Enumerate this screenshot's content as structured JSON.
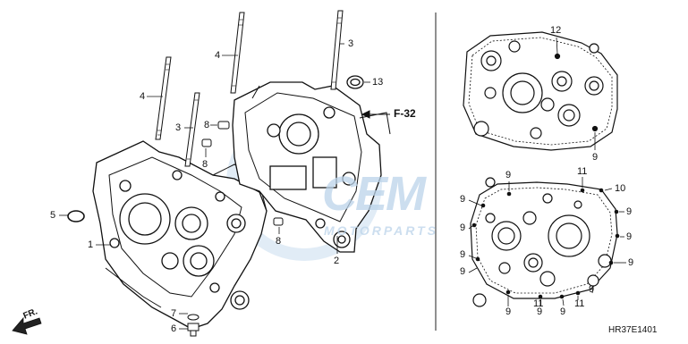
{
  "diagram": {
    "reference_label": "F-32",
    "diagram_code": "HR37E1401",
    "front_arrow_label": "FR.",
    "watermark": {
      "logo_text": "CEM",
      "sub_text": "MOTORPARTS",
      "color": "#bcd4ea"
    },
    "callouts": {
      "p1": "1",
      "p2": "2",
      "p3a": "3",
      "p3b": "3",
      "p4a": "4",
      "p4b": "4",
      "p5": "5",
      "p6": "6",
      "p7": "7",
      "p8a": "8",
      "p8b": "8",
      "p8c": "8",
      "p9a": "9",
      "p9b": "9",
      "p9c": "9",
      "p9d": "9",
      "p9e": "9",
      "p9f": "9",
      "p9g": "9",
      "p9h": "9",
      "p9i": "9",
      "p9j": "9",
      "p9k": "9",
      "p9l": "9",
      "p9m": "9",
      "p9n": "9",
      "p10": "10",
      "p11a": "11",
      "p11b": "11",
      "p11c": "11",
      "p12": "12",
      "p13": "13"
    }
  }
}
